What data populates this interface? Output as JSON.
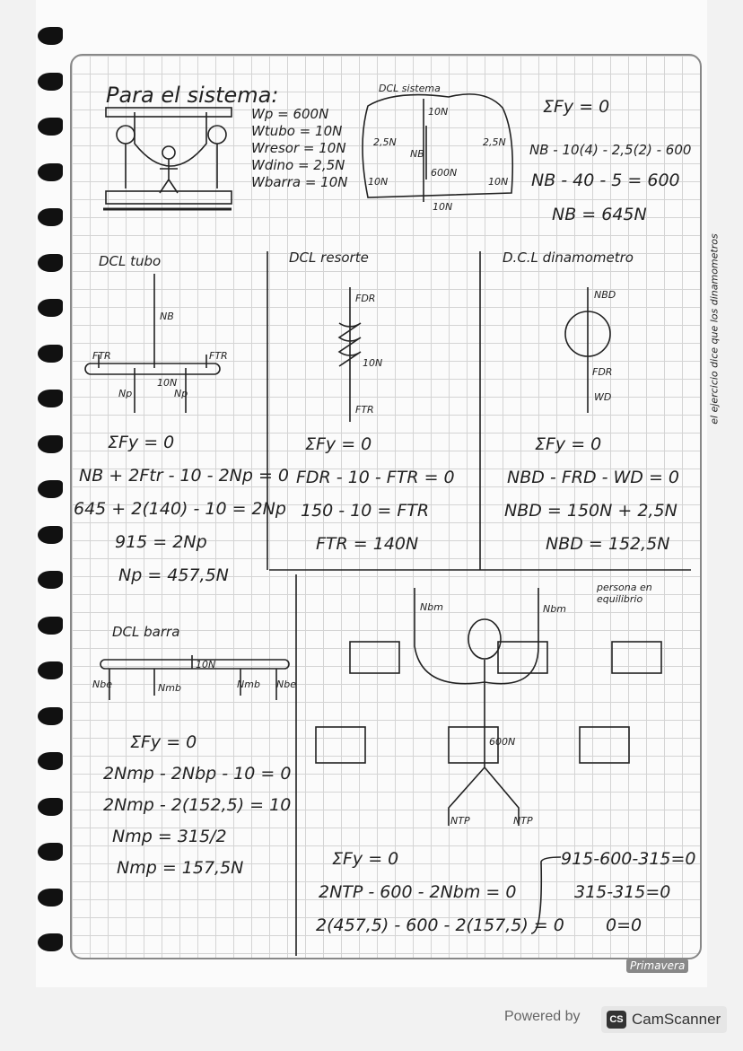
{
  "title": "Para el sistema:",
  "weights": [
    "Wp = 600N",
    "Wtubo = 10N",
    "Wresor = 10N",
    "Wdino = 2,5N",
    "Wbarra = 10N"
  ],
  "dcl_sistema": {
    "title": "DCL sistema",
    "labels": [
      "10N",
      "2,5N",
      "NB",
      "600N",
      "2,5N",
      "10N",
      "10N",
      "10N"
    ]
  },
  "sistema_eq": [
    "ΣFy = 0",
    "NB - 10(4) - 2,5(2) - 600",
    "NB - 40 - 5 = 600",
    "NB = 645N"
  ],
  "side_note": "el ejercicio dice que los dinamometros",
  "tubo": {
    "title": "DCL tubo",
    "labels": [
      "NB",
      "FTR",
      "FTR",
      "Np",
      "10N",
      "Np"
    ],
    "eq": [
      "ΣFy = 0",
      "NB + 2Ftr - 10 - 2Np = 0",
      "645 + 2(140) - 10 = 2Np",
      "915 = 2Np",
      "Np = 457,5N"
    ]
  },
  "resorte": {
    "title": "DCL resorte",
    "labels": [
      "FDR",
      "10N",
      "FTR"
    ],
    "eq": [
      "ΣFy = 0",
      "FDR - 10 - FTR = 0",
      "150 - 10 = FTR",
      "FTR = 140N"
    ]
  },
  "dinamometro": {
    "title": "D.C.L dinamometro",
    "labels": [
      "NBD",
      "FDR",
      "WD"
    ],
    "eq": [
      "ΣFy = 0",
      "NBD - FRD - WD = 0",
      "NBD = 150N + 2,5N",
      "NBD = 152,5N"
    ]
  },
  "barra": {
    "title": "DCL barra",
    "labels": [
      "Nbe",
      "Nmb",
      "10N",
      "Nmb",
      "Nbe"
    ],
    "eq": [
      "ΣFy = 0",
      "2Nmp - 2Nbp - 10 = 0",
      "2Nmp - 2(152,5) = 10",
      "Nmp = 315/2",
      "Nmp = 157,5N"
    ]
  },
  "persona": {
    "note": "persona en equilibrio",
    "labels": [
      "Nbm",
      "Nbm",
      "600N",
      "NTP",
      "NTP"
    ],
    "eq": [
      "ΣFy = 0",
      "2NTP - 600 - 2Nbm = 0",
      "2(457,5) - 600 - 2(157,5) = 0"
    ],
    "check": [
      "915-600-315=0",
      "315-315=0",
      "0=0"
    ]
  },
  "brand": "Primavera",
  "footer": {
    "powered": "Powered by",
    "app": "CamScanner",
    "logo": "CS"
  }
}
